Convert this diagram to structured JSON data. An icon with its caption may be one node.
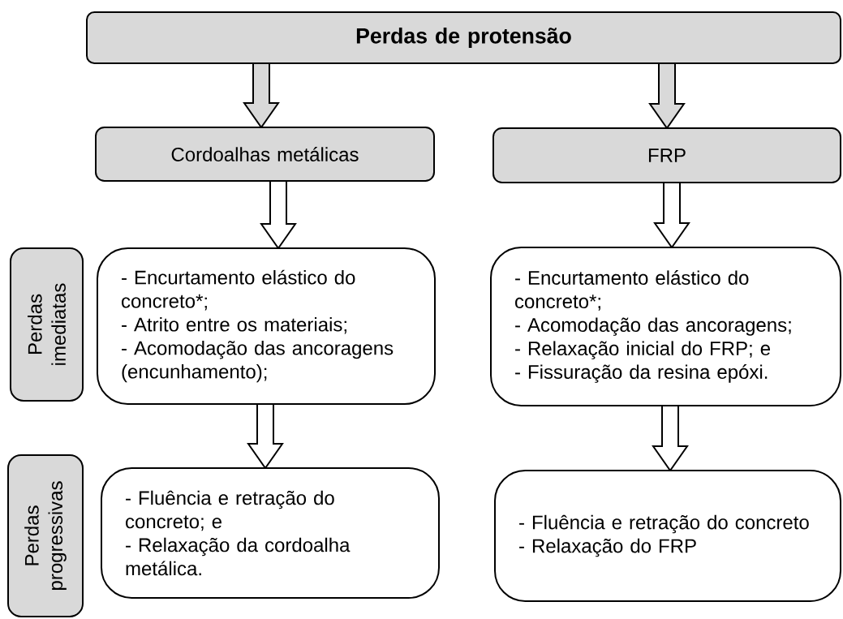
{
  "diagram": {
    "nodes": [
      {
        "text": [
          "Perdas de protensão"
        ]
      },
      {
        "text": [
          "Cordoalhas metálicas"
        ]
      },
      {
        "text": [
          "FRP"
        ]
      },
      {
        "text": [
          "Perdas imediatas"
        ]
      },
      {
        "text": [
          "- Encurtamento elástico do concreto*;",
          "- Atrito entre os materiais;",
          "- Acomodação das ancoragens (encunhamento);"
        ]
      },
      {
        "text": [
          "- Encurtamento elástico do concreto*;",
          "- Acomodação das ancoragens;",
          "- Relaxação inicial do FRP; e",
          "- Fissuração da resina epóxi."
        ]
      },
      {
        "text": [
          "Perdas progressivas"
        ]
      },
      {
        "text": [
          "- Fluência e retração do concreto; e",
          "- Relaxação da cordoalha metálica."
        ]
      },
      {
        "text": [
          "- Fluência e retração do concreto",
          "- Relaxação do FRP"
        ]
      }
    ],
    "edges": [
      {
        "from": 0,
        "to": 1,
        "arrow": "to",
        "color": "#d9d9d9"
      },
      {
        "from": 0,
        "to": 2,
        "arrow": "to",
        "color": "#d9d9d9"
      },
      {
        "from": 1,
        "to": 4,
        "arrow": "to"
      },
      {
        "from": 2,
        "to": 5,
        "arrow": "to"
      },
      {
        "from": 4,
        "to": 7,
        "arrow": "to"
      },
      {
        "from": 5,
        "to": 8,
        "arrow": "to"
      }
    ]
  }
}
